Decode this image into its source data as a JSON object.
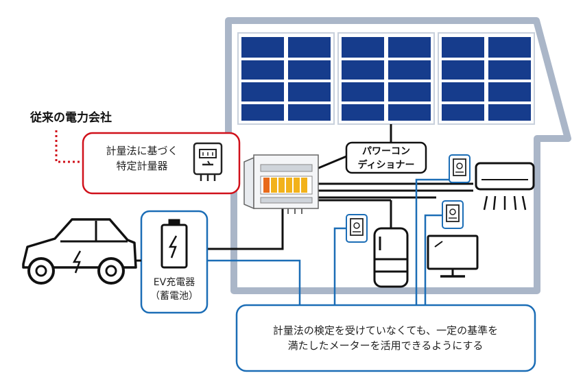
{
  "title": "従来の電力会社",
  "meter_box": {
    "line1": "計量法に基づく",
    "line2": "特定計量器"
  },
  "power_conditioner": {
    "line1": "パワーコン",
    "line2": "ディショナー"
  },
  "ev_charger": {
    "line1": "EV充電器",
    "line2": "（蓄電池）"
  },
  "caption": {
    "line1": "計量法の検定を受けていなくても、一定の基準を",
    "line2": "満たしたメーターを活用できるようにする"
  },
  "colors": {
    "red": "#d0101a",
    "blue": "#1b6db6",
    "house": "#aab6c8",
    "panel": "#163c8c",
    "dark": "#111111"
  }
}
